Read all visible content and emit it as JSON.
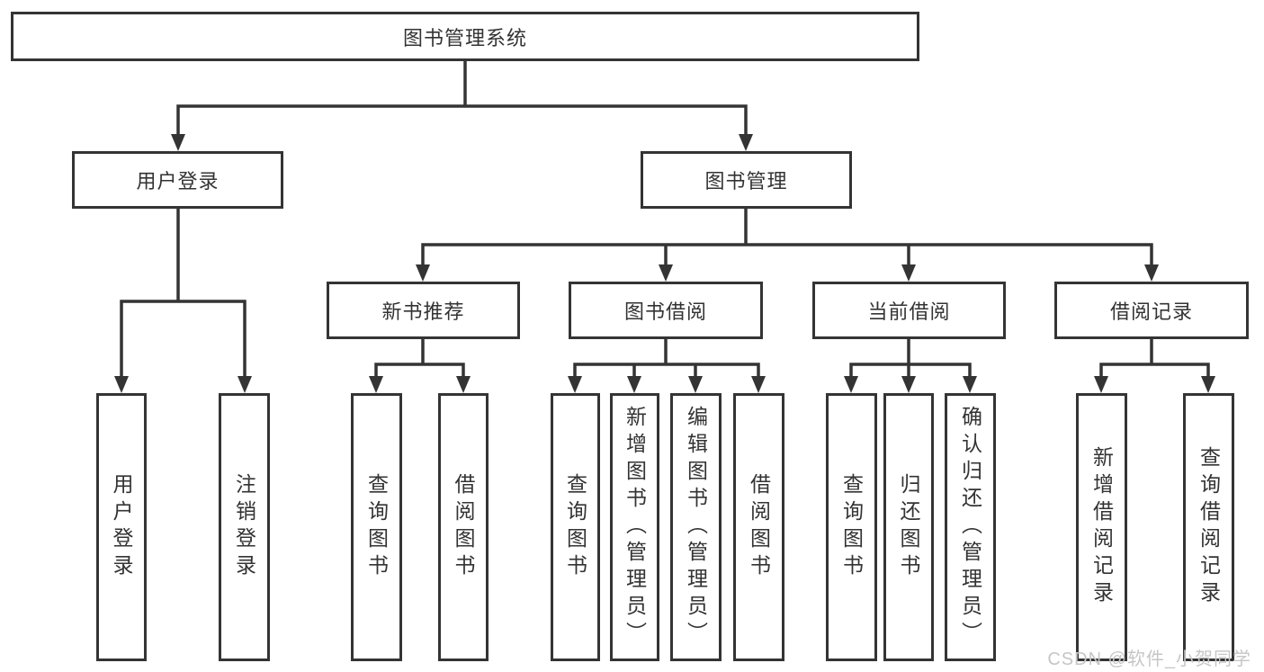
{
  "diagram": {
    "nodes": {
      "root": {
        "label": "图书管理系统"
      },
      "level2": [
        {
          "name": "user-login",
          "label": "用户登录"
        },
        {
          "name": "book-management",
          "label": "图书管理"
        }
      ],
      "level3": [
        {
          "name": "new-book-recommendation",
          "label": "新书推荐"
        },
        {
          "name": "book-borrowing",
          "label": "图书借阅"
        },
        {
          "name": "current-borrowing",
          "label": "当前借阅"
        },
        {
          "name": "borrowing-records",
          "label": "借阅记录"
        }
      ],
      "leaves": [
        {
          "name": "user-login",
          "parent": "user-login",
          "label": "用户登录"
        },
        {
          "name": "logout",
          "parent": "user-login",
          "label": "注销登录"
        },
        {
          "name": "query-books-a",
          "parent": "new-book-recommendation",
          "label": "查询图书"
        },
        {
          "name": "borrow-books-a",
          "parent": "new-book-recommendation",
          "label": "借阅图书"
        },
        {
          "name": "query-books-b",
          "parent": "book-borrowing",
          "label": "查询图书"
        },
        {
          "name": "add-books-admin",
          "parent": "book-borrowing",
          "label": "新增图书（管理员）"
        },
        {
          "name": "edit-books-admin",
          "parent": "book-borrowing",
          "label": "编辑图书（管理员）"
        },
        {
          "name": "borrow-books-b",
          "parent": "book-borrowing",
          "label": "借阅图书"
        },
        {
          "name": "query-books-c",
          "parent": "current-borrowing",
          "label": "查询图书"
        },
        {
          "name": "return-books",
          "parent": "current-borrowing",
          "label": "归还图书"
        },
        {
          "name": "confirm-return-admin",
          "parent": "current-borrowing",
          "label": "确认归还（管理员）"
        },
        {
          "name": "add-borrow-record",
          "parent": "borrowing-records",
          "label": "新增借阅记录"
        },
        {
          "name": "query-borrow-record",
          "parent": "borrowing-records",
          "label": "查询借阅记录"
        }
      ]
    },
    "watermark": {
      "text": "CSDN @软件_小贺同学"
    },
    "colors": {
      "line": "#343434",
      "text": "#333333",
      "wm": "#c6c6c6",
      "bg": "#ffffff"
    }
  }
}
